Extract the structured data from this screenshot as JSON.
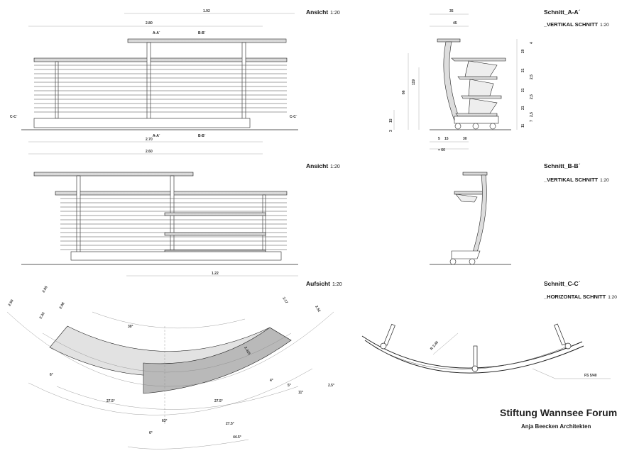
{
  "labels": {
    "ansicht_1": "Ansicht",
    "ansicht_2": "Ansicht",
    "aufsicht": "Aufsicht",
    "scale": "1:20",
    "schnitt_aa": "Schnitt_A-A´",
    "schnitt_bb": "Schnitt_B-B´",
    "schnitt_cc": "Schnitt_C-C´",
    "vertikal": "_VERTIKAL SCHNITT",
    "horizontal": "_HORIZONTAL SCHNITT"
  },
  "markers": {
    "aa": "A-A´",
    "bb": "B-B´",
    "cc": "C-C´"
  },
  "dims": {
    "view1_top": "1.92",
    "view1_second": "2.80",
    "view1_bottom1": "2.70",
    "view1_bottom2": "2.60",
    "view2_bottom": "1.22",
    "aa_top1": "35",
    "aa_top2": "45",
    "aa_h1": "119",
    "aa_h2": "66",
    "aa_h3": "15",
    "aa_h4": "3",
    "aa_r1": "20",
    "aa_r2": "4",
    "aa_r3": "21",
    "aa_r4": "2,5",
    "aa_r5": "21",
    "aa_r6": "2,5",
    "aa_r7": "21",
    "aa_r8": "2,5",
    "aa_r9": "11",
    "aa_r10": "7",
    "aa_b1": "5",
    "aa_b2": "15",
    "aa_b3": "30",
    "aa_b4": "= 60",
    "plan_r1": "2.50",
    "plan_r2": "2.05",
    "plan_r3": "2.33",
    "plan_r4": "2.08",
    "plan_r5": "2.17",
    "plan_r6": "2.52",
    "plan_r7": "2.425",
    "plan_a1": "30°",
    "plan_a2": "6°",
    "plan_a3": "27.5°",
    "plan_a4": "27.5°",
    "plan_a5": "63°",
    "plan_a6": "27.5°",
    "plan_a7": "6°",
    "plan_a8": "44.5°",
    "plan_a9": "4°",
    "plan_a10": "5°",
    "plan_a11": "11°",
    "plan_a12": "2.5°",
    "cc_radius": "R 2.45",
    "cc_profile": "FS 5/40"
  },
  "title": {
    "main": "Stiftung Wannsee Forum",
    "sub": "Anja Beecken Architekten"
  },
  "colors": {
    "ink": "#222222",
    "panel_light": "#e2e2e2",
    "panel_dark": "#b9b9b9",
    "fill_light": "#eeeeee"
  }
}
